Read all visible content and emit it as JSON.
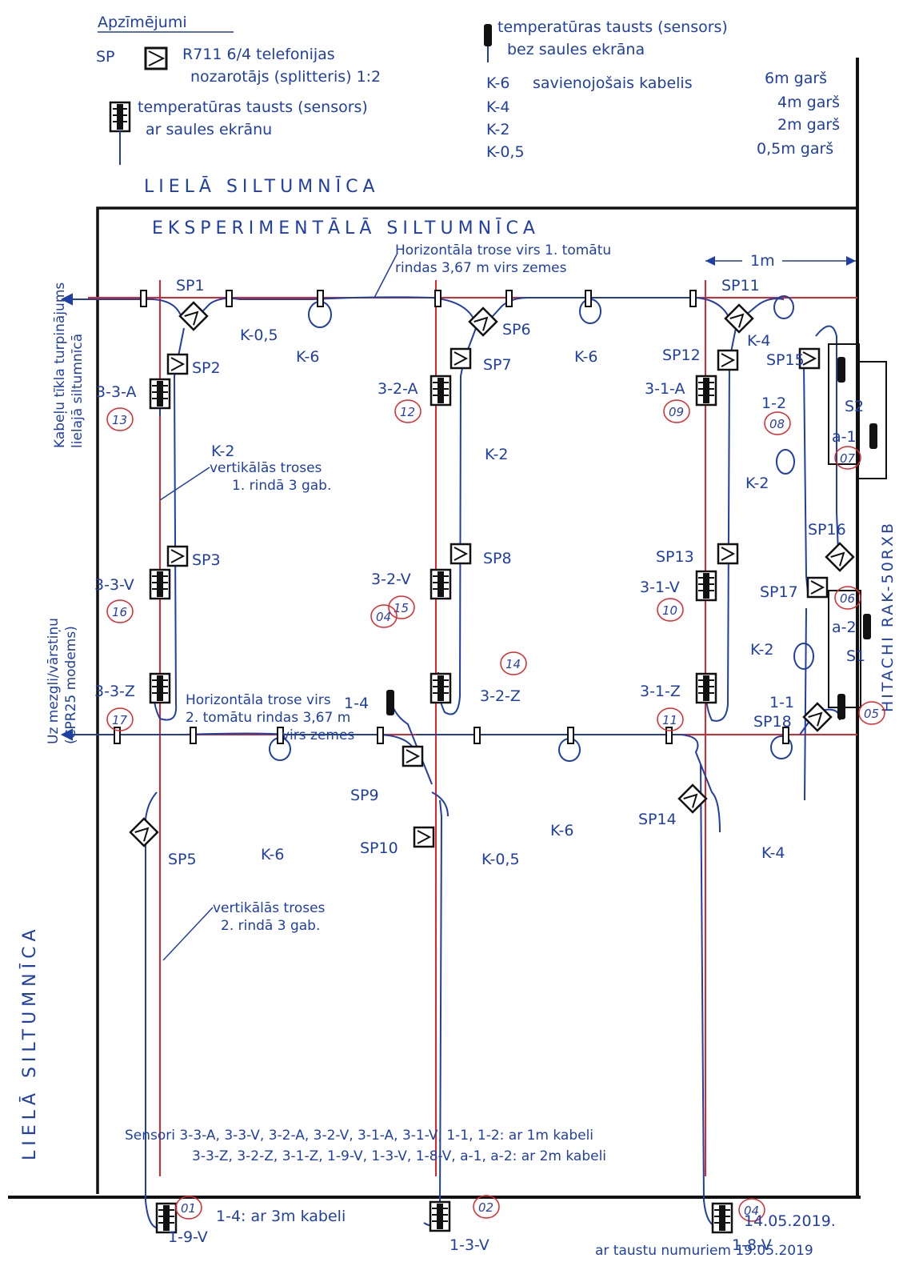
{
  "legend": {
    "heading": "Apzīmējumi",
    "sp_symbol_label": "SP",
    "sp_desc_line1": "R711 6/4 telefonijas",
    "sp_desc_line2": "nozarotājs (splitteris) 1:2",
    "sensor_shade_line1": "temperatūras tausts (sensors)",
    "sensor_shade_line2": "ar saules ekrānu",
    "sensor_plain_line1": "temperatūras tausts (sensors)",
    "sensor_plain_line2": "bez saules ekrāna",
    "cables": [
      {
        "name": "K-6",
        "desc": "savienojošais kabelis",
        "length": "6m garš"
      },
      {
        "name": "K-4",
        "desc": "",
        "length": "4m garš"
      },
      {
        "name": "K-2",
        "desc": "",
        "length": "2m garš"
      },
      {
        "name": "K-0,5",
        "desc": "",
        "length": "0,5m garš"
      }
    ]
  },
  "titles": {
    "big_greenhouse_top": "LIELĀ SILTUMNĪCA",
    "experimental": "EKSPERIMENTĀLĀ SILTUMNĪCA",
    "big_greenhouse_left": "LIELĀ SILTUMNĪCA"
  },
  "annotations": {
    "top_wire": "Horizontāla trose virs 1. tomātu",
    "top_wire_2": "rindas 3,67 m virs zemes",
    "one_m": "1m",
    "mid_wire": "Horizontāla trose virs",
    "mid_wire_2": "2. tomātu rindas 3,67 m",
    "mid_wire_3": "virs zemes",
    "vertical_1": "vertikālās troses",
    "vertical_1b": "1. rindā 3 gab.",
    "vertical_2": "vertikālās troses",
    "vertical_2b": "2. rindā 3 gab.",
    "left_top_1": "Kabeļu tīkla turpinājums",
    "left_top_2": "lielajā siltumnīcā",
    "left_mid_1": "Uz mezgli/vārstiņu",
    "left_mid_2": "(CPR25 modems)",
    "hitachi": "HITACHI RAK-50RXB",
    "sensors_1m": "Sensori 3-3-A, 3-3-V, 3-2-A, 3-2-V, 3-1-A, 3-1-V, 1-1, 1-2: ar 1m kabeli",
    "sensors_2m": "3-3-Z, 3-2-Z, 3-1-Z, 1-9-V, 1-3-V, 1-8-V, a-1, a-2: ar 2m kabeli",
    "cable_14": "1-4: ar 3m kabeli",
    "date": "14.05.2019.",
    "date_note": "ar taustu numuriem 19.05.2019"
  },
  "splitters": [
    "SP1",
    "SP2",
    "SP3",
    "SP5",
    "SP6",
    "SP7",
    "SP8",
    "SP9",
    "SP10",
    "SP11",
    "SP12",
    "SP13",
    "SP14",
    "SP15",
    "SP16",
    "SP17",
    "SP18"
  ],
  "cable_labels": [
    "K-0,5",
    "K-6",
    "K-2",
    "K-6",
    "K-2",
    "K-4",
    "K-2",
    "K-2",
    "K-6",
    "K-6",
    "K-0,5",
    "K-4"
  ],
  "sensors": [
    {
      "label": "3-3-A",
      "num": "13"
    },
    {
      "label": "3-3-V",
      "num": "16"
    },
    {
      "label": "3-3-Z",
      "num": "17"
    },
    {
      "label": "3-2-A",
      "num": "12"
    },
    {
      "label": "3-2-V",
      "num": "15"
    },
    {
      "label": "3-2-Z",
      "num": "14"
    },
    {
      "label": "3-1-A",
      "num": "09"
    },
    {
      "label": "3-1-V",
      "num": "10"
    },
    {
      "label": "3-1-Z",
      "num": "11"
    },
    {
      "label": "1-2",
      "num": "08"
    },
    {
      "label": "a-1",
      "num": "07"
    },
    {
      "label": "a-2",
      "num": "06"
    },
    {
      "label": "1-1",
      "num": "05"
    },
    {
      "label": "1-4",
      "num": "04"
    },
    {
      "label": "1-9-V",
      "num": "01"
    },
    {
      "label": "1-3-V",
      "num": "02"
    },
    {
      "label": "1-8-V",
      "num": "04"
    }
  ],
  "units": [
    "S2",
    "S1"
  ],
  "colors": {
    "ink": "#1f3fa6",
    "wire": "#e0262b",
    "sensor": "#111111"
  }
}
